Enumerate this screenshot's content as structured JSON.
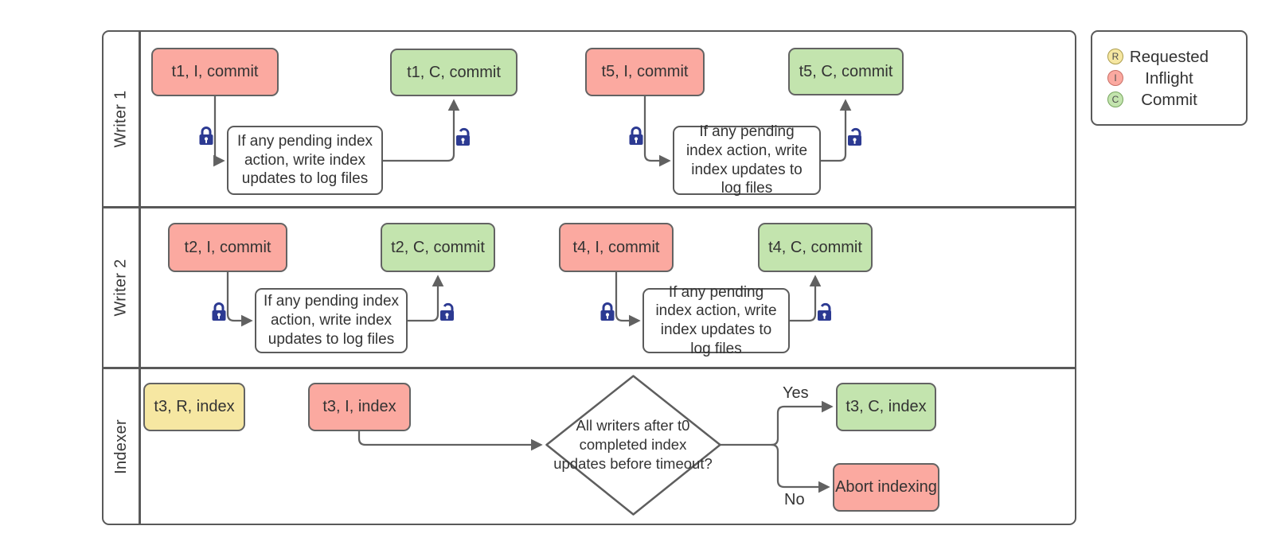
{
  "legend": {
    "items": [
      {
        "letter": "R",
        "label": "Requested"
      },
      {
        "letter": "I",
        "label": "Inflight"
      },
      {
        "letter": "C",
        "label": "Commit"
      }
    ]
  },
  "lanes": {
    "lane1": {
      "label": "Writer 1"
    },
    "lane2": {
      "label": "Writer 2"
    },
    "lane3": {
      "label": "Indexer"
    }
  },
  "writer1": {
    "flow1": {
      "inflight": "t1, I, commit",
      "action": "If any pending index action, write index updates to log files",
      "commit": "t1, C, commit"
    },
    "flow2": {
      "inflight": "t5, I, commit",
      "action": "If any pending index action, write index updates to log files",
      "commit": "t5, C, commit"
    }
  },
  "writer2": {
    "flow1": {
      "inflight": "t2, I, commit",
      "action": "If any pending index action, write index updates to log files",
      "commit": "t2, C, commit"
    },
    "flow2": {
      "inflight": "t4, I, commit",
      "action": "If any pending index action, write index updates to log files",
      "commit": "t4, C, commit"
    }
  },
  "indexer": {
    "requested": "t3, R, index",
    "inflight": "t3, I, index",
    "decision": "All writers after t0 completed index updates before timeout?",
    "yes_label": "Yes",
    "no_label": "No",
    "commit": "t3, C, index",
    "abort": "Abort indexing"
  },
  "colors": {
    "inflight": "#fba9a0",
    "commit": "#c3e4ae",
    "requested": "#f6e7a2",
    "node_border": "#636363",
    "line": "#616161",
    "lock": "#2c3a92",
    "text": "#3a3a3a"
  }
}
